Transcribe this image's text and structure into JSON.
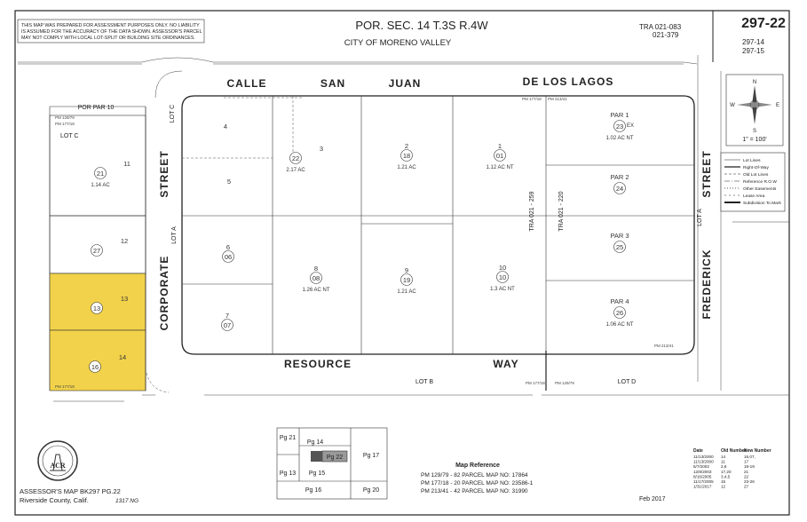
{
  "header": {
    "disclaimer": [
      "THIS MAP WAS PREPARED FOR ASSESSMENT PURPOSES ONLY. NO LIABILITY",
      "IS ASSUMED FOR THE ACCURACY OF THE DATA SHOWN. ASSESSOR'S PARCEL",
      "MAY NOT COMPLY WITH LOCAL LOT-SPLIT OR BUILDING SITE ORDINANCES."
    ],
    "section": "POR. SEC. 14 T.3S R.4W",
    "city": "CITY OF MORENO VALLEY",
    "tra": [
      "TRA 021-083",
      "021-379"
    ],
    "book_page": "297-22",
    "related_pages": [
      "297-14",
      "297-15"
    ]
  },
  "streets": {
    "calle": "CALLE",
    "san": "SAN",
    "juan": "JUAN",
    "de_los_lagos": "DE LOS LAGOS",
    "corporate": "CORPORATE",
    "street_left": "STREET",
    "frederick": "FREDERICK",
    "street_right": "STREET",
    "resource": "RESOURCE",
    "way": "WAY"
  },
  "lots": {
    "lot_c_top": "LOT C",
    "lot_c_left": "LOT C",
    "lot_a_left": "LOT A",
    "lot_a_right": "LOT A",
    "lot_b": "LOT B",
    "lot_d": "LOT D",
    "por_par_10": "POR PAR 10"
  },
  "tra_labels": [
    "TRA 021 - 259",
    "TRA 021 - 220"
  ],
  "pm_labels": [
    "PM 129/79",
    "PM 177/18",
    "PM 177/18",
    "PM 213/41",
    "PM 213/41",
    "PM 177/18",
    "PM 129/79",
    "PM 177/18"
  ],
  "parcels": [
    {
      "lot": "11",
      "num": "21",
      "acres": "1.14 AC"
    },
    {
      "lot": "12",
      "num": "27",
      "acres": ""
    },
    {
      "lot": "13",
      "num": "13",
      "acres": ""
    },
    {
      "lot": "14",
      "num": "16",
      "acres": ""
    },
    {
      "lot": "3",
      "num": "22",
      "acres": "2.17 AC"
    },
    {
      "lot": "2",
      "num": "18",
      "acres": "1.21 AC"
    },
    {
      "lot": "1",
      "num": "01",
      "acres": "1.12 AC NT"
    },
    {
      "lot": "PAR 1",
      "num": "23",
      "acres": "1.02 AC NT"
    },
    {
      "lot": "PAR 2",
      "num": "24",
      "acres": ""
    },
    {
      "lot": "PAR 3",
      "num": "25",
      "acres": ""
    },
    {
      "lot": "PAR 4",
      "num": "26",
      "acres": "1.06 AC NT"
    },
    {
      "lot": "6",
      "num": "06",
      "acres": ""
    },
    {
      "lot": "7",
      "num": "07",
      "acres": ""
    },
    {
      "lot": "8",
      "num": "08",
      "acres": "1.26 AC NT"
    },
    {
      "lot": "9",
      "num": "19",
      "acres": "1.21 AC"
    },
    {
      "lot": "10",
      "num": "10",
      "acres": "1.3 AC NT"
    }
  ],
  "plain_lots": [
    "4",
    "5"
  ],
  "ex_label": "EX",
  "north_arrow": {
    "n": "N",
    "s": "S",
    "e": "E",
    "w": "W",
    "scale": "1\" = 100'"
  },
  "legend": {
    "items": [
      "Lot Lines",
      "Right-Of-Way",
      "Old Lot Lines",
      "Reference R.O.W",
      "Other Easements",
      "Lease Area",
      "Subdivision To Mark"
    ]
  },
  "page_index": {
    "cells": [
      "Pg 21",
      "Pg 14",
      "Pg 17",
      "Pg 22",
      "Pg 13",
      "Pg 15",
      "Pg 16",
      "Pg 20"
    ]
  },
  "map_reference": {
    "title": "Map Reference",
    "rows": [
      "PM 129/79 - 82  PARCEL MAP NO: 17864",
      "PM 177/18 - 20  PARCEL MAP NO: 23586-1",
      "PM 213/41 - 42  PARCEL MAP NO: 31990"
    ]
  },
  "change_table": {
    "headers": [
      "Date",
      "Old Number",
      "New Number"
    ],
    "rows": [
      [
        "11/13/2000",
        "14",
        "16,07,"
      ],
      [
        "11/13/2000",
        "11",
        "17"
      ],
      [
        "5/7/2002",
        "2,6",
        "18-19"
      ],
      [
        "12/8/2003",
        "17,20",
        "21"
      ],
      [
        "8/16/2005",
        "3,4,5",
        "22"
      ],
      [
        "11/17/2005",
        "15",
        "23-26"
      ],
      [
        "1/31/2017",
        "12",
        "27"
      ]
    ]
  },
  "footer": {
    "map_title": "ASSESSOR'S MAP BK297 PG.22",
    "county": "Riverside County, Calif.",
    "code": "1317 NG",
    "date": "Feb 2017"
  },
  "colors": {
    "highlight": "#f2d24a",
    "ink": "#222222",
    "lines": "#333333"
  }
}
